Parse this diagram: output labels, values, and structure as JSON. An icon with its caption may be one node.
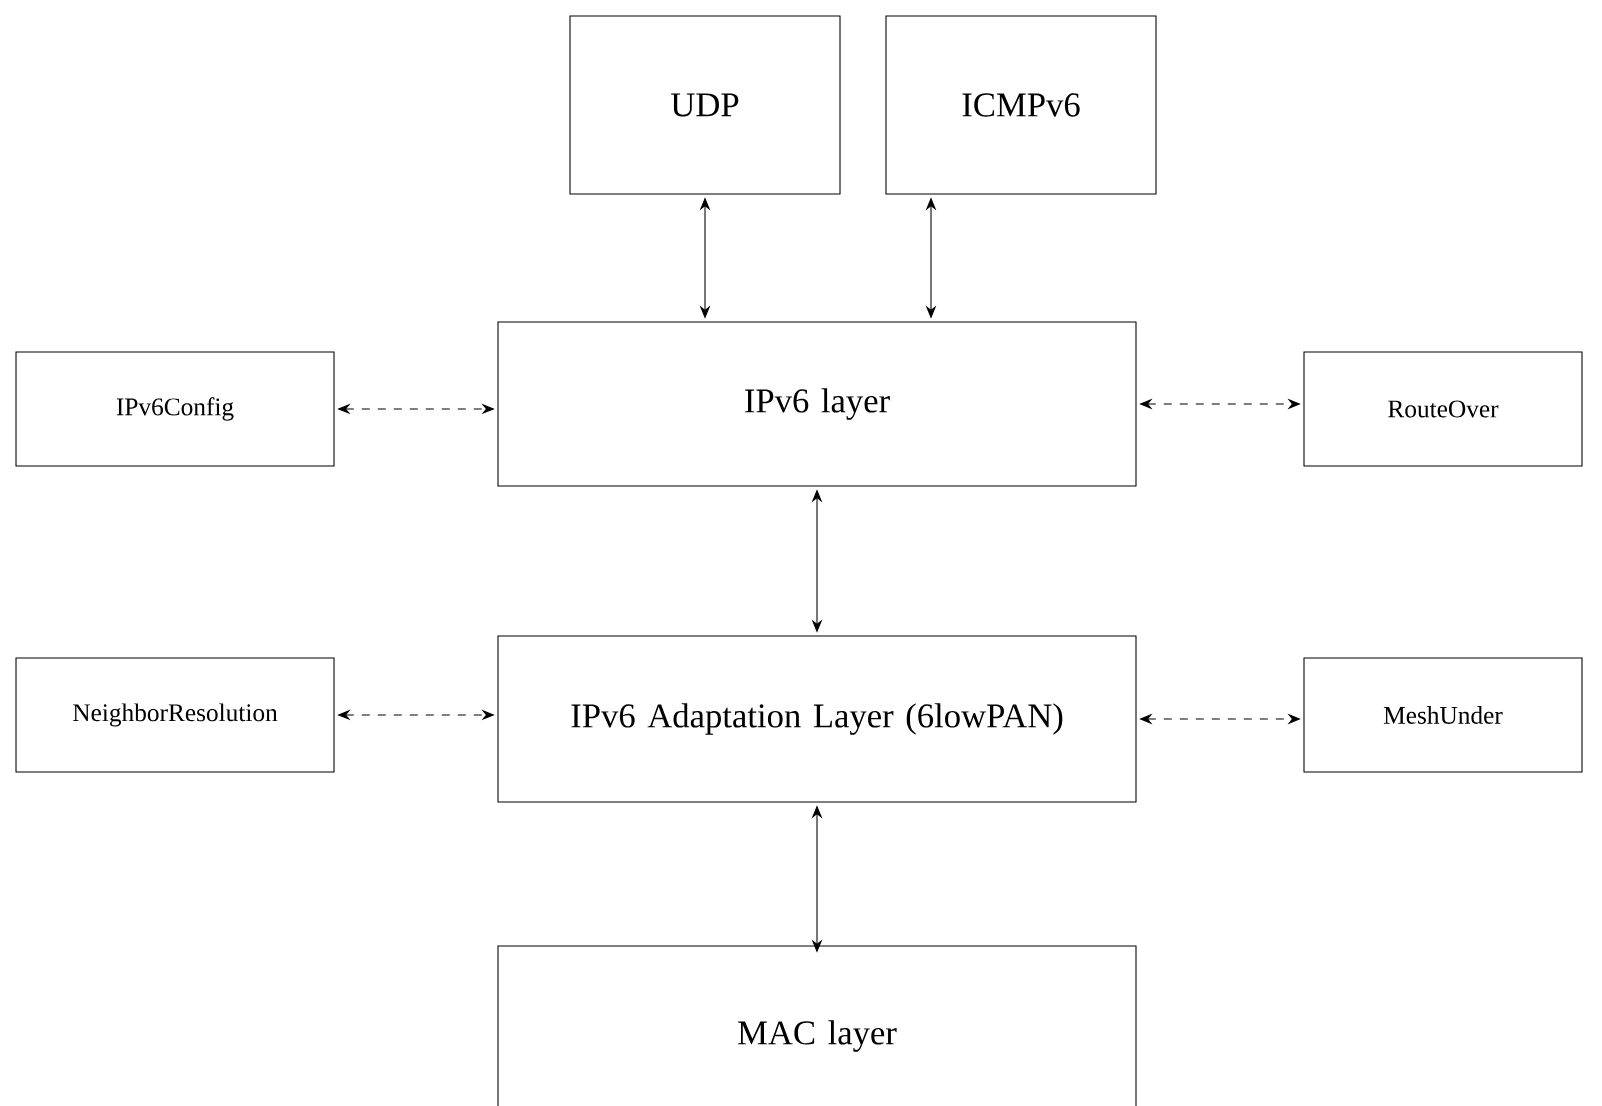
{
  "diagram": {
    "nodes": [
      {
        "text": [
          "UDP"
        ]
      },
      {
        "text": [
          "ICMPv6"
        ]
      },
      {
        "text": [
          "IPv6Config"
        ]
      },
      {
        "text": [
          "IPv6 layer"
        ]
      },
      {
        "text": [
          "RouteOver"
        ]
      },
      {
        "text": [
          "NeighborResolution"
        ]
      },
      {
        "text": [
          "IPv6 Adaptation Layer (6lowPAN)"
        ]
      },
      {
        "text": [
          "MeshUnder"
        ]
      },
      {
        "text": [
          "MAC layer"
        ]
      }
    ],
    "edges": [
      {
        "from": 0,
        "to": 3,
        "arrow": "both"
      },
      {
        "from": 1,
        "to": 3,
        "arrow": "both"
      },
      {
        "from": 2,
        "to": 3,
        "arrow": "both",
        "style": "dashed"
      },
      {
        "from": 3,
        "to": 4,
        "arrow": "both",
        "style": "dashed"
      },
      {
        "from": 3,
        "to": 6,
        "arrow": "both"
      },
      {
        "from": 5,
        "to": 6,
        "arrow": "both",
        "style": "dashed"
      },
      {
        "from": 6,
        "to": 7,
        "arrow": "both",
        "style": "dashed"
      },
      {
        "from": 6,
        "to": 8,
        "arrow": "both"
      }
    ]
  }
}
